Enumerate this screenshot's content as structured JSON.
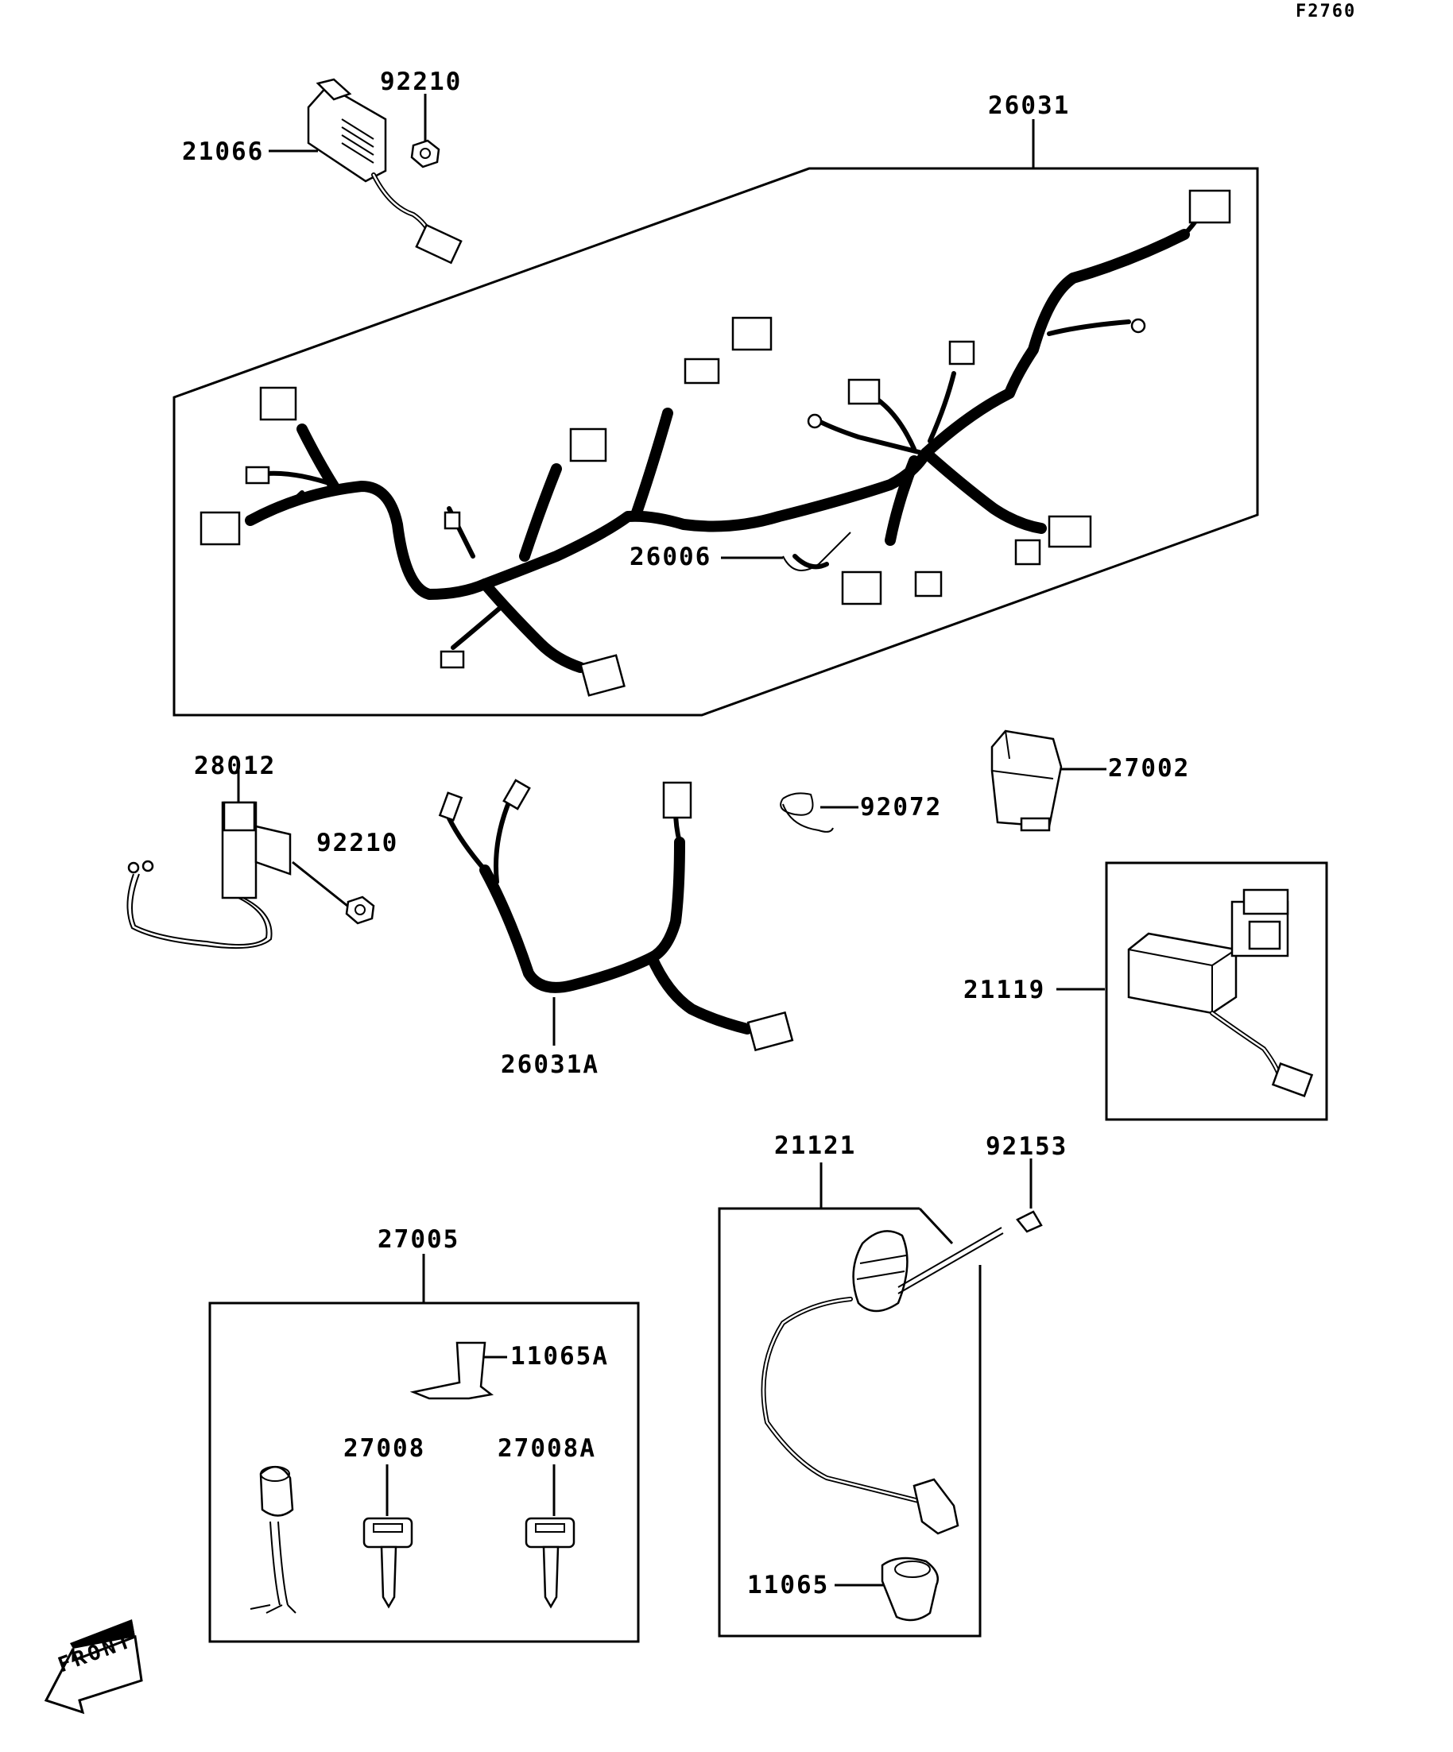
{
  "figure_code": "F2760",
  "front_marker": "FRONT",
  "callouts": {
    "c92210a": "92210",
    "c21066": "21066",
    "c26031": "26031",
    "c26006": "26006",
    "c28012": "28012",
    "c92210b": "92210",
    "c92072": "92072",
    "c27002": "27002",
    "c21119": "21119",
    "c26031A": "26031A",
    "c21121": "21121",
    "c92153": "92153",
    "c27005": "27005",
    "c11065A": "11065A",
    "c27008": "27008",
    "c27008A": "27008A",
    "c11065": "11065"
  }
}
